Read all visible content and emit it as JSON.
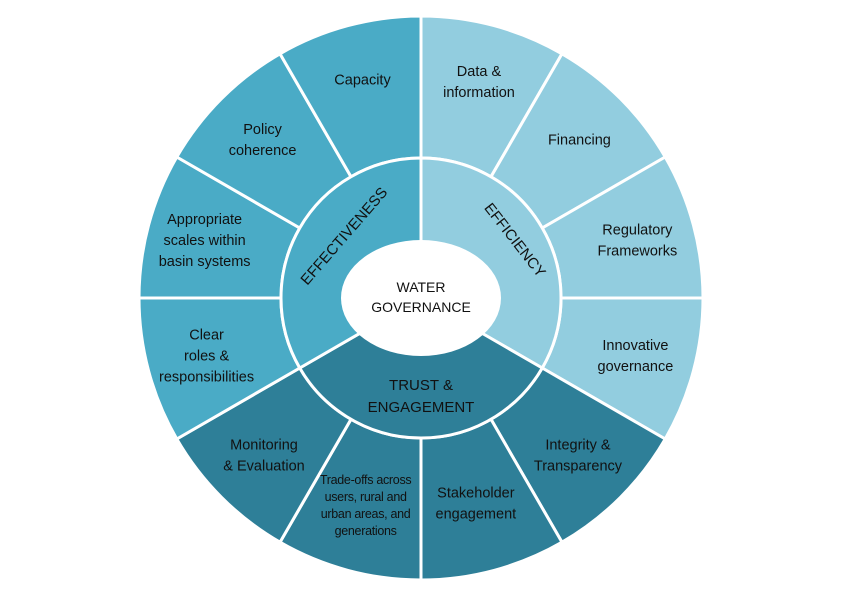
{
  "center": {
    "lines": [
      "WATER",
      "GOVERNANCE"
    ]
  },
  "dimensions": [
    {
      "id": "effectiveness",
      "lines": [
        "EFFECTIVENESS"
      ],
      "color": "#4aabc6"
    },
    {
      "id": "efficiency",
      "lines": [
        "EFFICIENCY"
      ],
      "color": "#92cddf"
    },
    {
      "id": "trust",
      "lines": [
        "TRUST &",
        "ENGAGEMENT"
      ],
      "color": "#2e7f98"
    }
  ],
  "principles": [
    {
      "lines": [
        "Data &",
        "information"
      ],
      "dimension": "efficiency"
    },
    {
      "lines": [
        "Financing"
      ],
      "dimension": "efficiency"
    },
    {
      "lines": [
        "Regulatory",
        "Frameworks"
      ],
      "dimension": "efficiency"
    },
    {
      "lines": [
        "Innovative",
        "governance"
      ],
      "dimension": "efficiency"
    },
    {
      "lines": [
        "Integrity &",
        "Transparency"
      ],
      "dimension": "trust"
    },
    {
      "lines": [
        "Stakeholder",
        "engagement"
      ],
      "dimension": "trust"
    },
    {
      "lines": [
        "Trade-offs across",
        "users, rural and",
        "urban areas, and",
        "generations"
      ],
      "dimension": "trust"
    },
    {
      "lines": [
        "Monitoring",
        "& Evaluation"
      ],
      "dimension": "trust"
    },
    {
      "lines": [
        "Clear",
        "roles &",
        "responsibilities"
      ],
      "dimension": "effectiveness"
    },
    {
      "lines": [
        "Appropriate",
        "scales within",
        "basin systems"
      ],
      "dimension": "effectiveness"
    },
    {
      "lines": [
        "Policy",
        "coherence"
      ],
      "dimension": "effectiveness"
    },
    {
      "lines": [
        "Capacity"
      ],
      "dimension": "effectiveness"
    }
  ]
}
